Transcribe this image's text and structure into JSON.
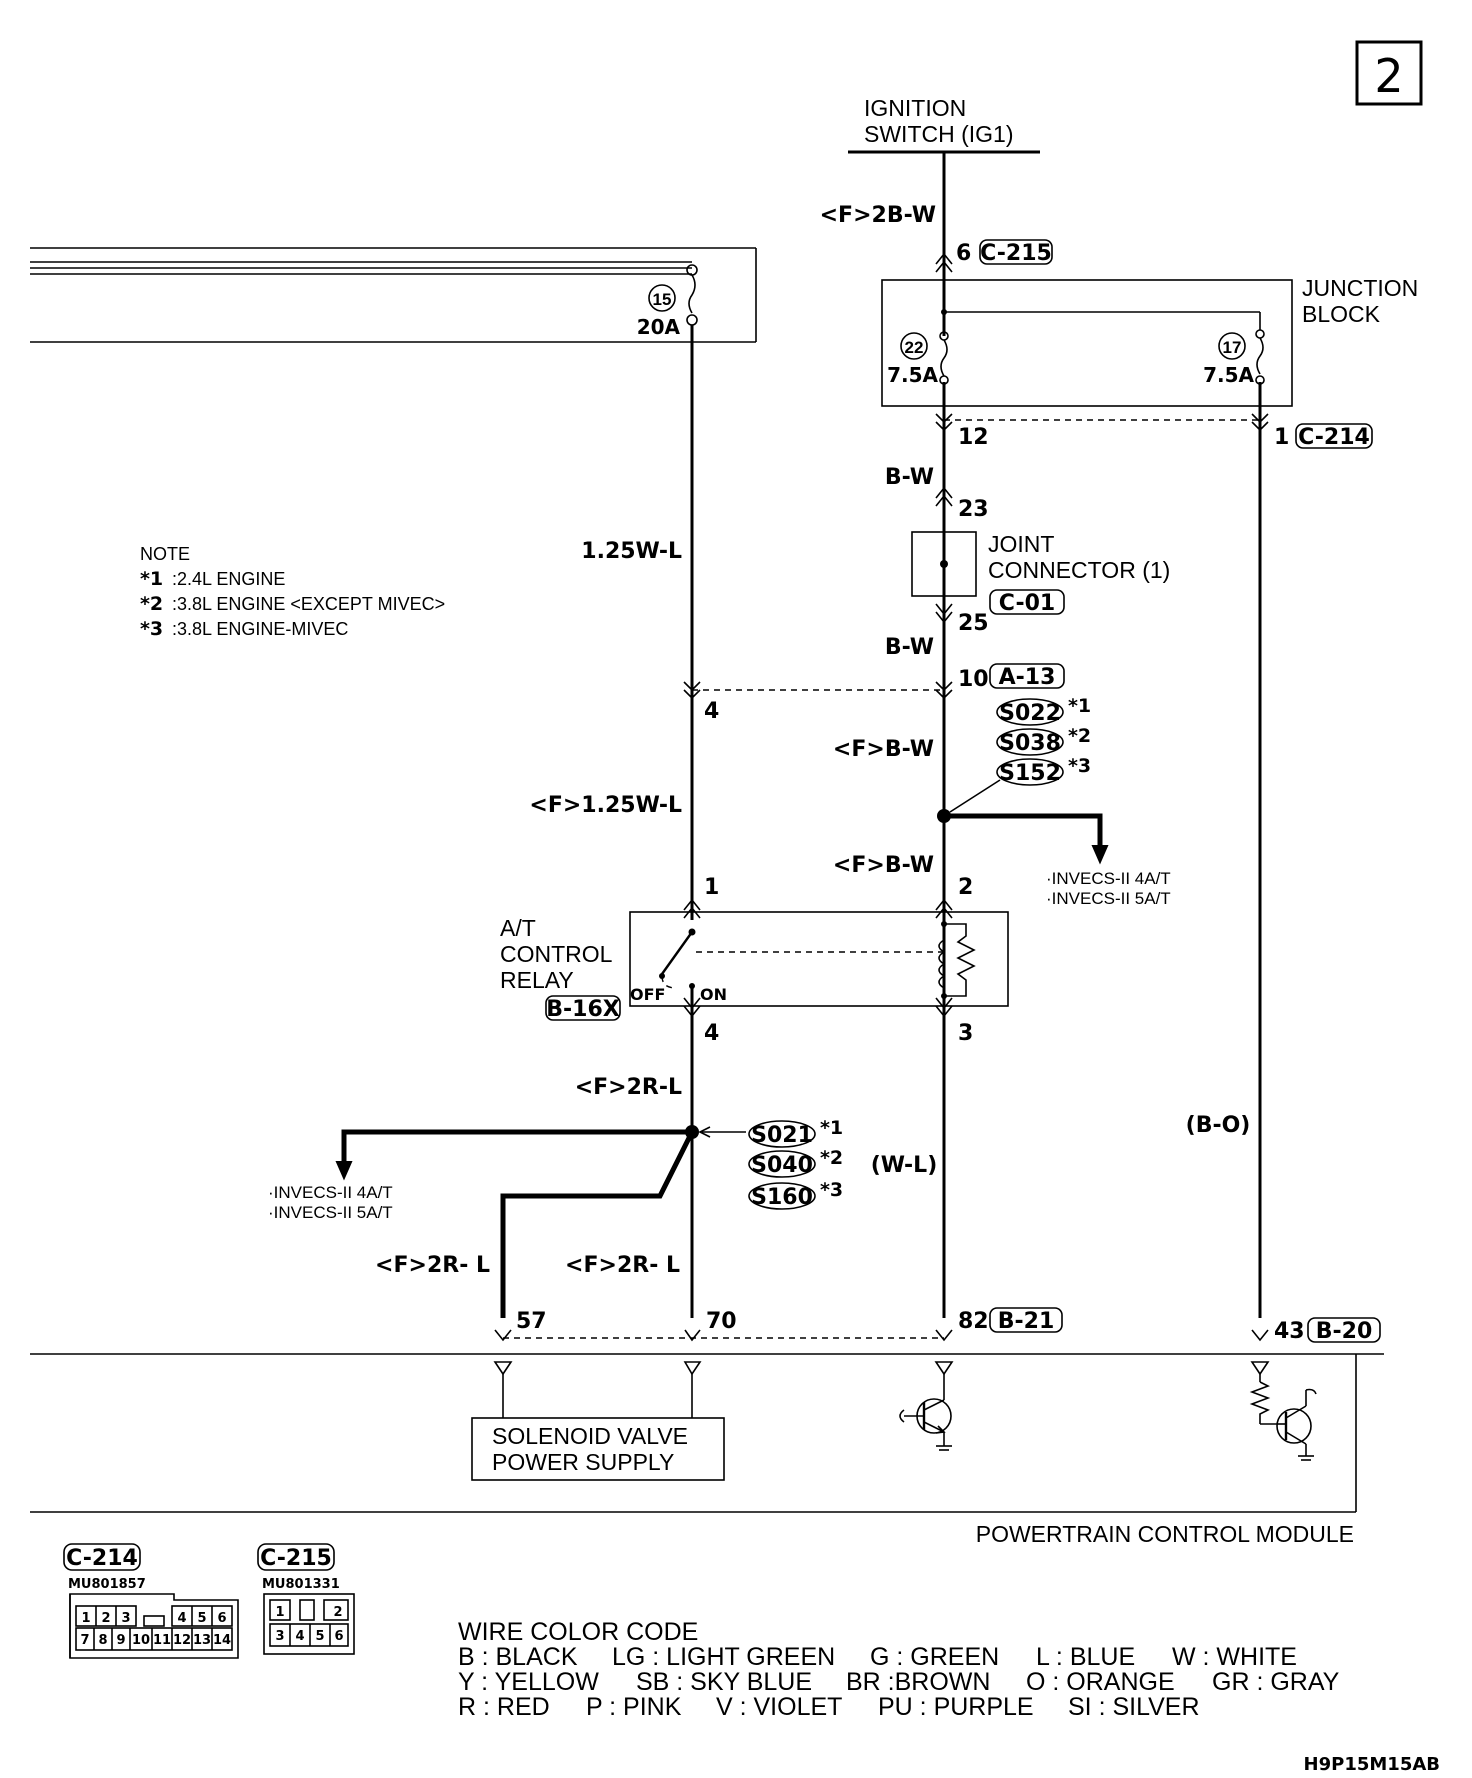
{
  "page_number": "2",
  "ignition": {
    "line1": "IGNITION",
    "line2": "SWITCH (IG1)"
  },
  "junction_block": {
    "line1": "JUNCTION",
    "line2": "BLOCK",
    "fuse_22": {
      "number": "22",
      "rating": "7.5A"
    },
    "fuse_17": {
      "number": "17",
      "rating": "7.5A"
    }
  },
  "fusible_link": {
    "number": "15",
    "rating": "20A"
  },
  "joint_connector": {
    "line1": "JOINT",
    "line2": "CONNECTOR (1)",
    "connector": "C-01"
  },
  "relay": {
    "line1": "A/T",
    "line2": "CONTROL",
    "line3": "RELAY",
    "connector": "B-16X",
    "off": "OFF",
    "on": "ON"
  },
  "wires": {
    "ign_feed": "<F>2B-W",
    "jb_out": "B-W",
    "jc_out": "B-W",
    "relay_feed_left": "1.25W-L",
    "relay_feed_left_f": "<F>1.25W-L",
    "relay_feed_right_1": "<F>B-W",
    "relay_feed_right_2": "<F>B-W",
    "relay_out": "<F>2R-L",
    "pcm_57": "<F>2R- L",
    "pcm_70": "<F>2R- L",
    "pcm_82": "(W-L)",
    "pcm_43": "(B-O)"
  },
  "pins": {
    "c215_6": "6",
    "c214_12": "12",
    "c214_1": "1",
    "jc_23": "23",
    "jc_25": "25",
    "a13_10": "10",
    "a13_4": "4",
    "relay_1": "1",
    "relay_2": "2",
    "relay_4": "4",
    "relay_3": "3",
    "pcm_57": "57",
    "pcm_70": "70",
    "pcm_82": "82",
    "pcm_43": "43"
  },
  "connectors": {
    "c215": "C-215",
    "c214": "C-214",
    "a13": "A-13",
    "b21": "B-21",
    "b20": "B-20"
  },
  "splices_top": [
    {
      "id": "S022",
      "mark": "*1"
    },
    {
      "id": "S038",
      "mark": "*2"
    },
    {
      "id": "S152",
      "mark": "*3"
    }
  ],
  "splices_bottom": [
    {
      "id": "S021",
      "mark": "*1"
    },
    {
      "id": "S040",
      "mark": "*2"
    },
    {
      "id": "S160",
      "mark": "*3"
    }
  ],
  "branch_right": {
    "line1": "·INVECS-II 4A/T",
    "line2": "·INVECS-II 5A/T"
  },
  "branch_left": {
    "line1": "·INVECS-II 4A/T",
    "line2": "·INVECS-II 5A/T"
  },
  "note": {
    "title": "NOTE",
    "items": [
      {
        "mark": "*1",
        "text": ":2.4L ENGINE"
      },
      {
        "mark": "*2",
        "text": ":3.8L ENGINE <EXCEPT MIVEC>"
      },
      {
        "mark": "*3",
        "text": ":3.8L ENGINE-MIVEC"
      }
    ]
  },
  "pcm": {
    "name": "POWERTRAIN CONTROL MODULE",
    "solenoid": {
      "line1": "SOLENOID VALVE",
      "line2": "POWER SUPPLY"
    }
  },
  "connector_views": {
    "c214": {
      "name": "C-214",
      "part": "MU801857",
      "row1": [
        "1",
        "2",
        "3",
        "4",
        "5",
        "6"
      ],
      "row2": [
        "7",
        "8",
        "9",
        "10",
        "11",
        "12",
        "13",
        "14"
      ]
    },
    "c215": {
      "name": "C-215",
      "part": "MU801331",
      "row1": [
        "1",
        "2"
      ],
      "row2": [
        "3",
        "4",
        "5",
        "6"
      ]
    }
  },
  "color_code": {
    "title": "WIRE COLOR CODE",
    "rows": [
      [
        "B : BLACK",
        "LG : LIGHT GREEN",
        "G : GREEN",
        "L : BLUE",
        "W : WHITE"
      ],
      [
        "Y : YELLOW",
        "SB : SKY BLUE",
        "BR :BROWN",
        "O : ORANGE",
        "GR : GRAY"
      ],
      [
        "R : RED",
        "P : PINK",
        "V : VIOLET",
        "PU : PURPLE",
        "SI : SILVER"
      ]
    ]
  },
  "figure_code": "H9P15M15AB"
}
